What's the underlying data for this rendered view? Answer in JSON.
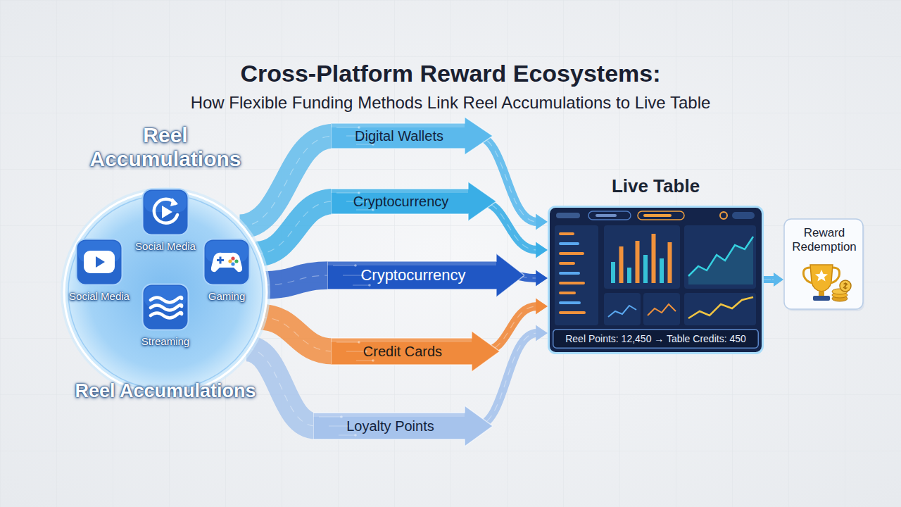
{
  "diagram": {
    "title": "Cross-Platform Reward Ecosystems:",
    "nodes": [
      {
        "text": [
          "Reel Accumulations",
          "Reel Accumulations"
        ]
      },
      {
        "text": [
          "Social Media"
        ],
        "in": 0
      },
      {
        "text": [
          "Social Media"
        ],
        "in": 0
      },
      {
        "text": [
          "Gaming"
        ],
        "in": 0
      },
      {
        "text": [
          "Streaming"
        ],
        "in": 0
      },
      {
        "text": [
          "Digital Wallets"
        ]
      },
      {
        "text": [
          "Cryptocurrency"
        ]
      },
      {
        "text": [
          "Cryptocurrency"
        ]
      },
      {
        "text": [
          "Credit Cards"
        ]
      },
      {
        "text": [
          "Loyalty Points"
        ]
      },
      {
        "text": [
          "Live Table"
        ]
      },
      {
        "text": [
          "Reel Points: 12,450 → Table Credits: 450"
        ],
        "in": 10
      },
      {
        "text": [
          "Reward Redemption"
        ]
      }
    ],
    "edges": [
      {
        "from": 0,
        "to": 5,
        "arrow": "none"
      },
      {
        "from": 0,
        "to": 6,
        "arrow": "none"
      },
      {
        "from": 0,
        "to": 7,
        "arrow": "none"
      },
      {
        "from": 0,
        "to": 8,
        "arrow": "none"
      },
      {
        "from": 0,
        "to": 9,
        "arrow": "none"
      },
      {
        "from": 5,
        "to": 10,
        "arrow": "to"
      },
      {
        "from": 6,
        "to": 10,
        "arrow": "to"
      },
      {
        "from": 7,
        "to": 10,
        "arrow": "to"
      },
      {
        "from": 8,
        "to": 10,
        "arrow": "to"
      },
      {
        "from": 9,
        "to": 10,
        "arrow": "to"
      },
      {
        "from": 10,
        "to": 12,
        "arrow": "to"
      }
    ],
    "labels": [
      "How Flexible Funding Methods Link Reel Accumulations to Live Table"
    ]
  }
}
